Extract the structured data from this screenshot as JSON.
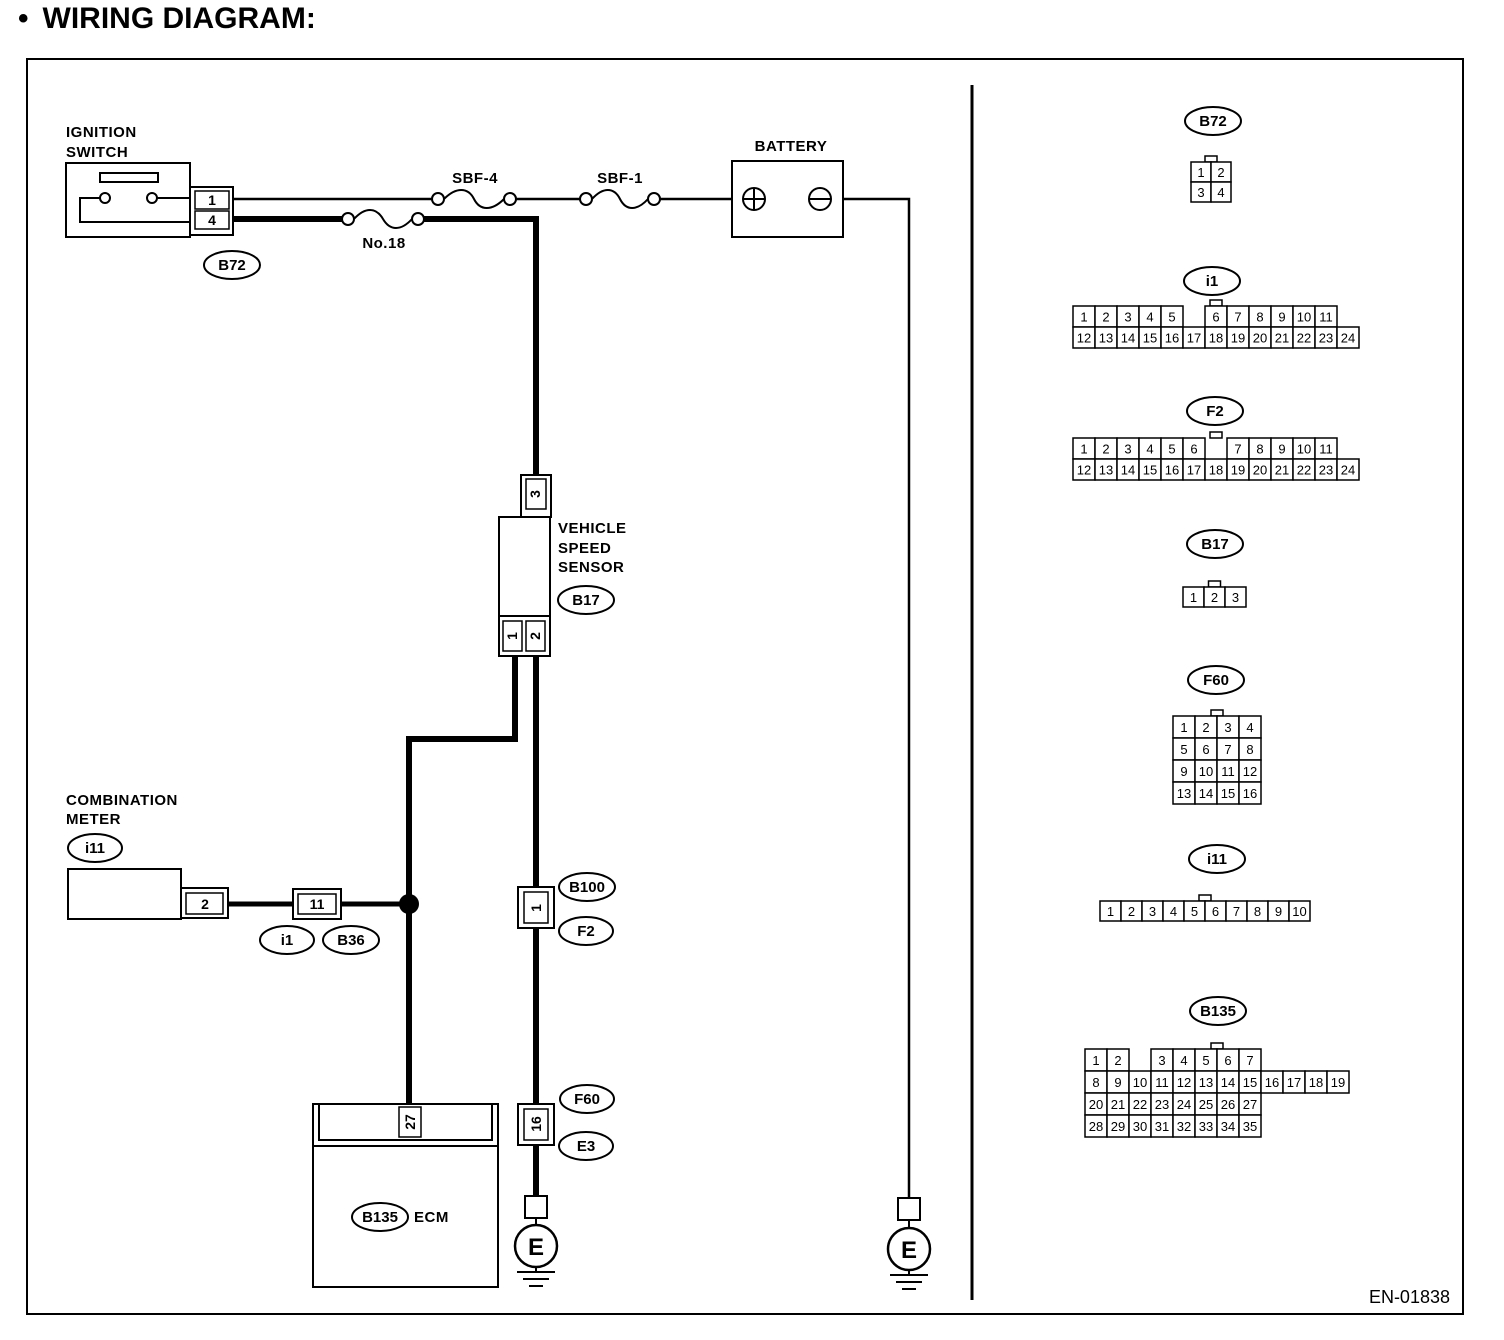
{
  "page": {
    "bullet": "•",
    "title": "WIRING DIAGRAM:",
    "figure_id": "EN-01838"
  },
  "components": {
    "ignition_switch": [
      "IGNITION",
      "SWITCH"
    ],
    "battery": "BATTERY",
    "battery_plus": "⊕",
    "battery_minus": "⊖",
    "vehicle_speed_sensor": [
      "VEHICLE",
      "SPEED",
      "SENSOR"
    ],
    "combination_meter": [
      "COMBINATION",
      "METER"
    ],
    "ecm": "ECM",
    "ground_symbol": "E"
  },
  "fuses": {
    "sbf4": "SBF-4",
    "sbf1": "SBF-1",
    "no18": "No.18"
  },
  "connector_tags": {
    "b72": "B72",
    "b17": "B17",
    "i11": "i11",
    "i1": "i1",
    "b36": "B36",
    "b100": "B100",
    "f2": "F2",
    "f60": "F60",
    "e3": "E3",
    "b135": "B135"
  },
  "pins": {
    "ign_1": "1",
    "ign_4": "4",
    "vss_3": "3",
    "vss_1": "1",
    "vss_2": "2",
    "meter_2": "2",
    "jct_11": "11",
    "b100_1": "1",
    "ecm_27": "27",
    "f60_16": "16"
  },
  "connector_views": {
    "b72": {
      "tag": "B72",
      "rows": [
        [
          "1",
          "2"
        ],
        [
          "3",
          "4"
        ]
      ]
    },
    "i1": {
      "tag": "i1",
      "rows": [
        [
          "1",
          "2",
          "3",
          "4",
          "5",
          "",
          "6",
          "7",
          "8",
          "9",
          "10",
          "11"
        ],
        [
          "12",
          "13",
          "14",
          "15",
          "16",
          "17",
          "18",
          "19",
          "20",
          "21",
          "22",
          "23",
          "24"
        ]
      ]
    },
    "f2": {
      "tag": "F2",
      "rows": [
        [
          "1",
          "2",
          "3",
          "4",
          "5",
          "6",
          "",
          "7",
          "8",
          "9",
          "10",
          "11"
        ],
        [
          "12",
          "13",
          "14",
          "15",
          "16",
          "17",
          "18",
          "19",
          "20",
          "21",
          "22",
          "23",
          "24"
        ]
      ]
    },
    "b17": {
      "tag": "B17",
      "rows": [
        [
          "1",
          "2",
          "3"
        ]
      ]
    },
    "f60": {
      "tag": "F60",
      "rows": [
        [
          "1",
          "2",
          "3",
          "4"
        ],
        [
          "5",
          "6",
          "7",
          "8"
        ],
        [
          "9",
          "10",
          "11",
          "12"
        ],
        [
          "13",
          "14",
          "15",
          "16"
        ]
      ]
    },
    "i11": {
      "tag": "i11",
      "rows": [
        [
          "1",
          "2",
          "3",
          "4",
          "5",
          "6",
          "7",
          "8",
          "9",
          "10"
        ]
      ]
    },
    "b135": {
      "tag": "B135",
      "rows": [
        [
          "1",
          "2",
          "",
          "3",
          "4",
          "5",
          "6",
          "7"
        ],
        [
          "8",
          "9",
          "10",
          "11",
          "12",
          "13",
          "14",
          "15",
          "16",
          "17",
          "18",
          "19"
        ],
        [
          "20",
          "21",
          "22",
          "23",
          "24",
          "25",
          "26",
          "27"
        ],
        [
          "28",
          "29",
          "30",
          "31",
          "32",
          "33",
          "34",
          "35"
        ]
      ]
    }
  }
}
